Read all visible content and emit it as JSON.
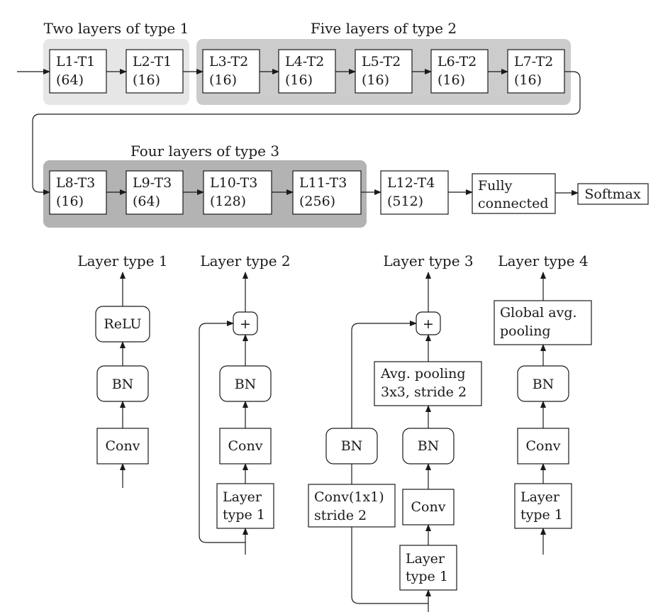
{
  "top": {
    "group1_label": "Two layers of type 1",
    "group2_label": "Five layers of type 2",
    "group3_label": "Four layers of type 3",
    "group_colors": {
      "group1": "#e6e6e6",
      "group2": "#cccccc",
      "group3": "#b3b3b3"
    },
    "layers": [
      {
        "name": "L1-T1",
        "size": "(64)"
      },
      {
        "name": "L2-T1",
        "size": "(16)"
      },
      {
        "name": "L3-T2",
        "size": "(16)"
      },
      {
        "name": "L4-T2",
        "size": "(16)"
      },
      {
        "name": "L5-T2",
        "size": "(16)"
      },
      {
        "name": "L6-T2",
        "size": "(16)"
      },
      {
        "name": "L7-T2",
        "size": "(16)"
      },
      {
        "name": "L8-T3",
        "size": "(16)"
      },
      {
        "name": "L9-T3",
        "size": "(64)"
      },
      {
        "name": "L10-T3",
        "size": "(128)"
      },
      {
        "name": "L11-T3",
        "size": "(256)"
      },
      {
        "name": "L12-T4",
        "size": "(512)"
      }
    ],
    "fc_line1": "Fully",
    "fc_line2": "connected",
    "softmax": "Softmax"
  },
  "types": {
    "t1": {
      "title": "Layer type 1",
      "relu": "ReLU",
      "bn": "BN",
      "conv": "Conv"
    },
    "t2": {
      "title": "Layer type 2",
      "plus": "+",
      "bn": "BN",
      "conv": "Conv",
      "in1": "Layer",
      "in2": "type 1"
    },
    "t3": {
      "title": "Layer type 3",
      "plus": "+",
      "pool1": "Avg. pooling",
      "pool2": "3x3, stride 2",
      "bn_main": "BN",
      "conv_main": "Conv",
      "in1": "Layer",
      "in2": "type 1",
      "bn_skip": "BN",
      "conv_skip1": "Conv(1x1)",
      "conv_skip2": "stride 2"
    },
    "t4": {
      "title": "Layer type 4",
      "gap1": "Global avg.",
      "gap2": "pooling",
      "bn": "BN",
      "conv": "Conv",
      "in1": "Layer",
      "in2": "type 1"
    }
  }
}
